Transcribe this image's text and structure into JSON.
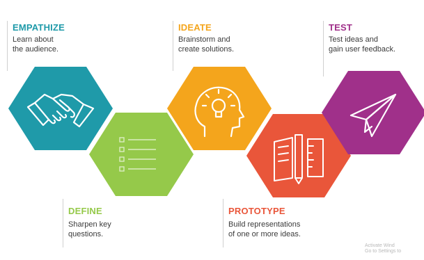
{
  "steps": [
    {
      "id": "empathize",
      "title": "EMPATHIZE",
      "desc_line1": "Learn about",
      "desc_line2": "the audience.",
      "color": "#1f9aa9",
      "title_color": "#1f9aa9",
      "icon": "handshake-icon"
    },
    {
      "id": "define",
      "title": "DEFINE",
      "desc_line1": "Sharpen key",
      "desc_line2": "questions.",
      "color": "#95c94a",
      "title_color": "#95c94a",
      "icon": "checklist-icon"
    },
    {
      "id": "ideate",
      "title": "IDEATE",
      "desc_line1": "Brainstorm and",
      "desc_line2": "create solutions.",
      "color": "#f4a51c",
      "title_color": "#f4a51c",
      "icon": "head-lightbulb-icon"
    },
    {
      "id": "prototype",
      "title": "PROTOTYPE",
      "desc_line1": "Build representations",
      "desc_line2": "of one or more ideas.",
      "color": "#e9563a",
      "title_color": "#e9563a",
      "icon": "blueprint-tools-icon"
    },
    {
      "id": "test",
      "title": "TEST",
      "desc_line1": "Test ideas and",
      "desc_line2": "gain user feedback.",
      "color": "#a0308a",
      "title_color": "#a0308a",
      "icon": "paper-plane-icon"
    }
  ],
  "watermark": {
    "line1": "Activate Wind",
    "line2": "Go to Settings to"
  }
}
